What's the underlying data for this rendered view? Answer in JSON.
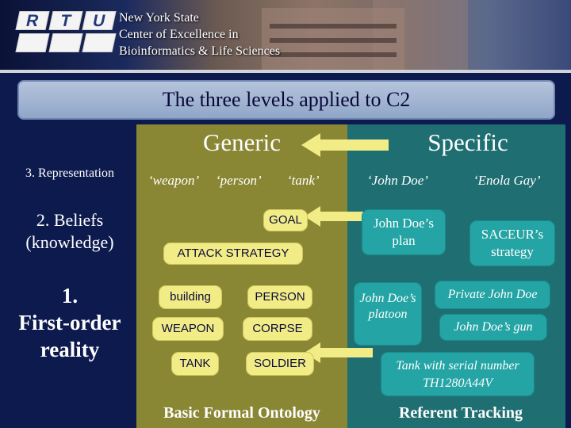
{
  "header": {
    "logo_letters": [
      "R",
      "T",
      "U"
    ],
    "title_lines": [
      "New York State",
      "Center of Excellence in",
      "Bioinformatics & Life Sciences"
    ]
  },
  "slide": {
    "title": "The three levels applied to C2",
    "columns": {
      "generic": "Generic",
      "specific": "Specific"
    },
    "rows": {
      "representation": "3. Representation",
      "beliefs": [
        "2. Beliefs",
        "(knowledge)"
      ],
      "reality": [
        "1.",
        "First-order",
        "reality"
      ]
    },
    "generic_terms": [
      "‘weapon’",
      "‘person’",
      "‘tank’"
    ],
    "specific_terms": [
      "‘John Doe’",
      "‘Enola Gay’"
    ],
    "generic_beliefs": [
      "GOAL",
      "ATTACK STRATEGY"
    ],
    "specific_beliefs": [
      "John Doe’s plan",
      "SACEUR’s strategy"
    ],
    "generic_reality": [
      "building",
      "PERSON",
      "WEAPON",
      "CORPSE",
      "TANK",
      "SOLDIER"
    ],
    "specific_reality": [
      "John Doe’s platoon",
      "Private John Doe",
      "John Doe’s gun",
      "Tank with serial number TH1280A44V"
    ],
    "footers": {
      "generic": "Basic Formal Ontology",
      "specific": "Referent Tracking"
    }
  },
  "colors": {
    "background": "#0d1a4e",
    "generic_panel": "#8a8734",
    "specific_panel": "#1f6f72",
    "generic_box": "#f2ec86",
    "specific_box": "#24a4a4",
    "arrow": "#f2ec86"
  }
}
